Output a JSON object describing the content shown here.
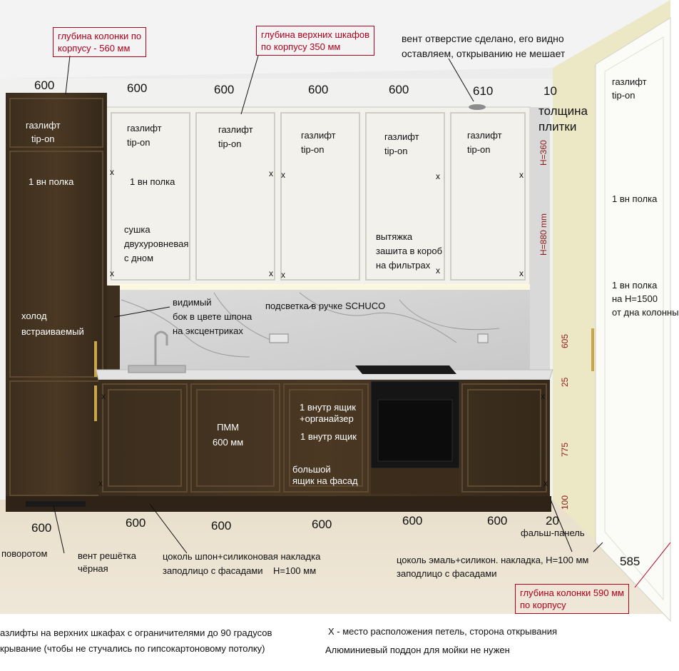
{
  "top_dims": [
    "600",
    "600",
    "600",
    "600",
    "600",
    "610",
    "10"
  ],
  "tile_thickness": "толщина\nплитки",
  "bottom_dims": [
    "600",
    "600",
    "600",
    "600",
    "600",
    "600",
    "20"
  ],
  "vertical_dims": [
    "H=360",
    "H=880 mm",
    "605",
    "25",
    "775",
    "100"
  ],
  "boxes": {
    "column_depth": "глубина колонки по\nкорпусу - 560 мм",
    "upper_depth": "глубина верхних шкафов\nпо корпусу 350 мм",
    "column_right_depth": "глубина колонки 590 мм\nпо корпусу"
  },
  "notes": {
    "vent_hole": "вент отверстие сделано, его видно\nоставляем, открыванию не мешает",
    "visible_side": "видимый\nбок в цвете шпона\nна эксцентриках",
    "backlight": "подсветка в ручке SCHUCO",
    "vent_grille": "вент решётка\nчёрная",
    "plinth_veneer": "цоколь шпон+силиконовая накладка\nзаподлицо с фасадами    Н=100 мм",
    "plinth_enamel": "цоколь эмаль+силикон. накладка, Н=100 мм\nзаподлицо с фасадами",
    "false_panel": "фальш-панель",
    "rotating": "поворотом",
    "right_dim": "585"
  },
  "cabinet_labels": {
    "col_gaslift": "газлифт\ntip-on",
    "col_shelf": "1 вн полка",
    "col_fridge": "холод\nвстраиваемый",
    "u1_gaslift": "газлифт\ntip-on",
    "u1_shelf": "1 вн полка",
    "u1_dryer": "сушка\nдвухуровневая\nс дном",
    "u2_gaslift": "газлифт\ntip-on",
    "u3_gaslift": "газлифт\ntip-on",
    "u4_gaslift": "газлифт\ntip-on",
    "u4_hood": "вытяжка\nзашита в короб\nна фильтрах",
    "u5_gaslift": "газлифт\ntip-on",
    "dishwasher": "ПММ\n600 мм",
    "drawer1": "1 внутр ящик\n+органайзер",
    "drawer2": "1 внутр ящик",
    "drawer3": "большой\nящик на фасад",
    "right_gaslift": "газлифт\ntip-on",
    "right_shelf": "1 вн полка",
    "right_shelf2": "1 вн полка\nна Н=1500\nот дна колонны"
  },
  "hinge_mark": "x",
  "footer": {
    "line1": "азлифты на верхних шкафах с ограничителями до 90 градусов",
    "line2": "крывание (чтобы не стучались по гипсокартоновому потолку)",
    "legend": "X - место расположения петель, сторона открывания",
    "note": "Алюминиевый поддон для мойки не нужен"
  },
  "colors": {
    "veneer": "#3a2c1c",
    "white_facade": "#f2f1ec",
    "wall": "#ece7c4",
    "ceiling": "#e9e9e9",
    "floor": "#e7dcc8",
    "accent_red": "#b0001c",
    "dim_red": "#8b1a1a"
  }
}
